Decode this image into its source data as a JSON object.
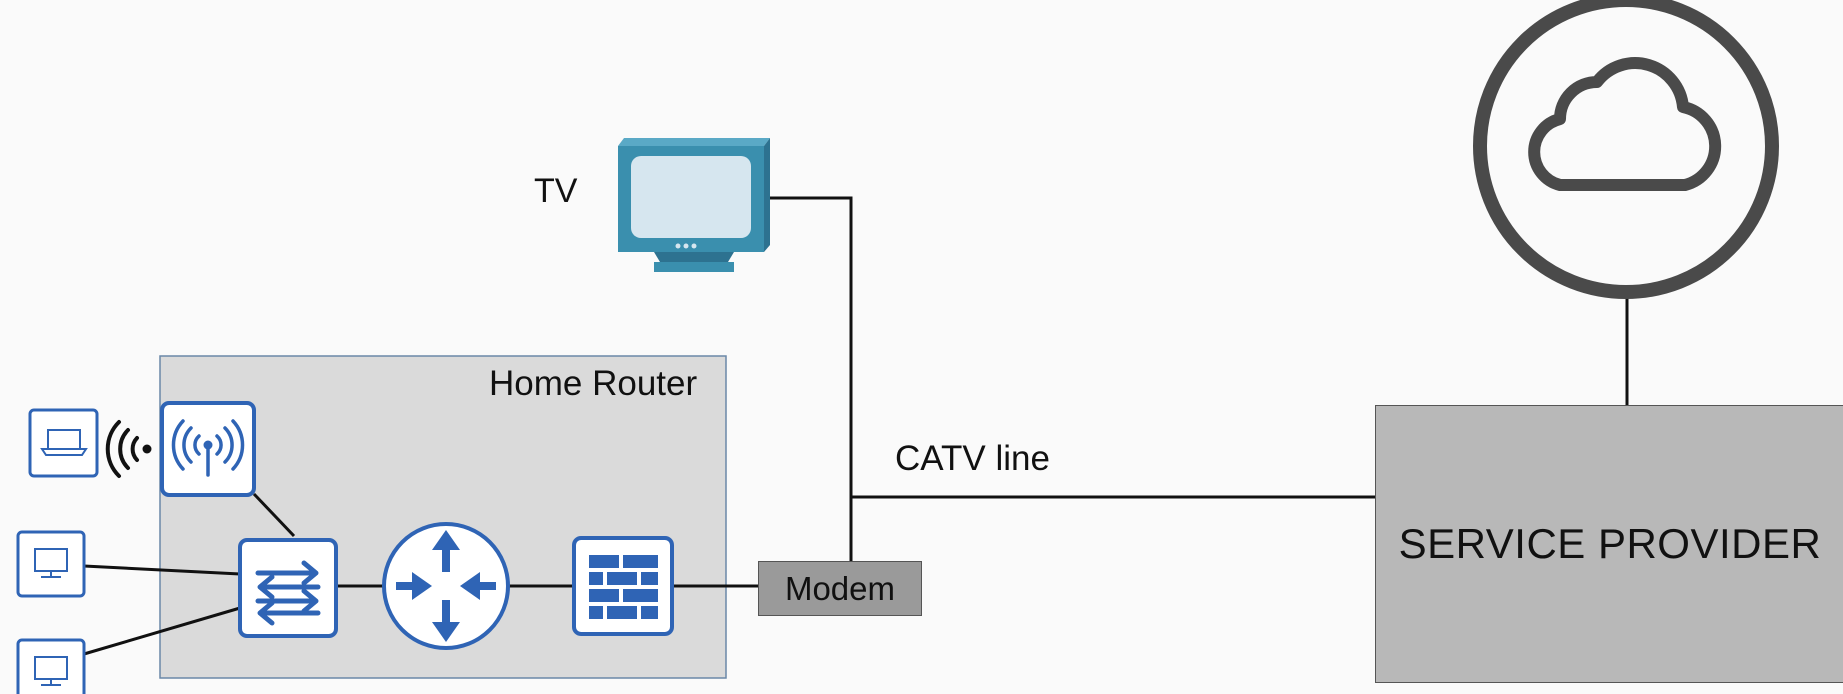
{
  "labels": {
    "tv": "TV",
    "home_router": "Home Router",
    "catv_line": "CATV line",
    "modem": "Modem",
    "service_provider": "SERVICE PROVIDER"
  },
  "icons": {
    "laptop": "laptop-icon",
    "wireless_signal": "wireless-signal-icon",
    "access_point": "wireless-access-point-icon",
    "switch": "switch-icon",
    "router": "router-icon",
    "firewall": "firewall-icon",
    "pc": "pc-icon",
    "tv": "tv-icon",
    "cloud": "cloud-icon"
  },
  "colors": {
    "device_blue": "#2f64b5",
    "router_area_fill": "#dadada",
    "modem_fill": "#9a9a9a",
    "provider_fill": "#b8b8b8",
    "cloud_ring": "#4a4a4a",
    "tv_teal": "#3a8fae"
  }
}
